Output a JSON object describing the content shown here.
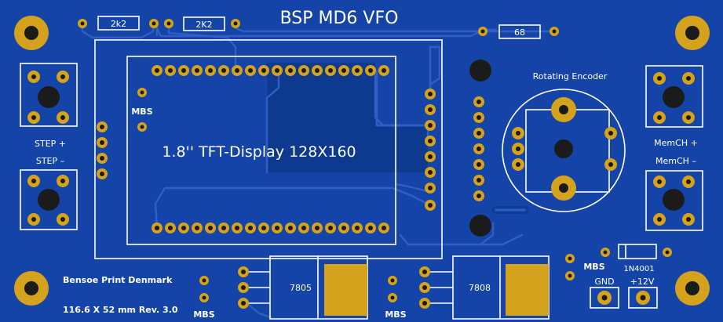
{
  "board": {
    "title": "BSP MD6 VFO",
    "display_label": "1.8'' TFT-Display 128X160",
    "encoder_label": "Rotating Encoder",
    "maker": "Bensoe Print Denmark",
    "size_rev": "116.6 X 52 mm  Rev. 3.0",
    "mbs": "MBS",
    "step_plus": "STEP +",
    "step_minus": "STEP –",
    "memch_plus": "MemCH +",
    "memch_minus": "MemCH –",
    "gnd": "GND",
    "v12": "+12V",
    "diode": "1N4001",
    "reg1": "7805",
    "reg2": "7808",
    "r1": "2k2",
    "r2": "2K2",
    "r3": "68"
  },
  "colors": {
    "board": "#1544a8",
    "pad": "#d4a21c",
    "hole": "#1b1b1b",
    "silkscreen": "#ffffff",
    "copper_fill": "#0d3a8e"
  }
}
